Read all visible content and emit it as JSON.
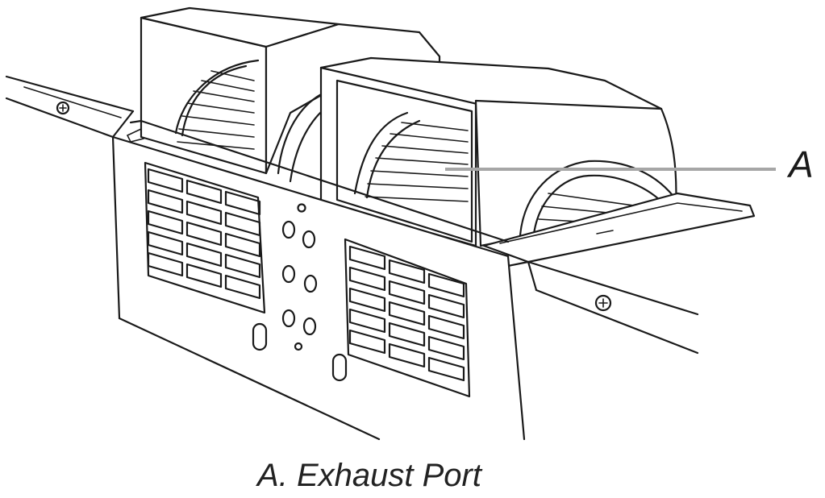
{
  "callout": {
    "letter": "A"
  },
  "caption": {
    "text": "A. Exhaust Port"
  },
  "colors": {
    "line": "#1a1a1a",
    "leader": "#a6a6a6",
    "background": "#ffffff"
  },
  "icons": [
    "blower-housing",
    "exhaust-port",
    "mounting-screw",
    "vent-grille"
  ]
}
